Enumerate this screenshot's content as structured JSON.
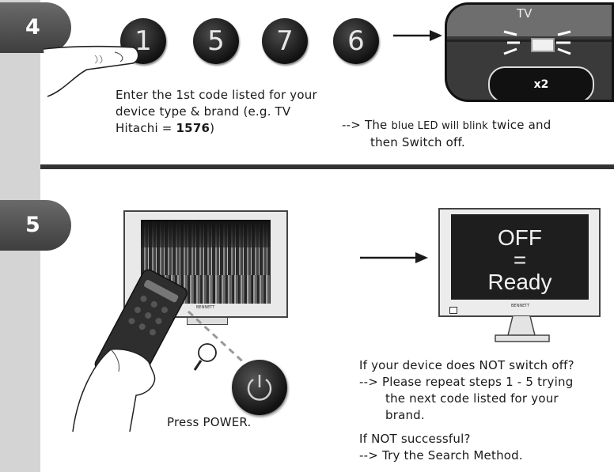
{
  "steps": [
    {
      "number": "4"
    },
    {
      "number": "5"
    }
  ],
  "step4": {
    "digits": [
      "1",
      "5",
      "7",
      "6"
    ],
    "instruction_lines": [
      "Enter the 1st code listed for your",
      "device type & brand (e.g. TV",
      "Hitachi = "
    ],
    "code_example": "1576",
    "code_suffix": ")",
    "led_label": "TV",
    "blink_badge": "x2",
    "result_prefix": "--> The ",
    "result_small": "blue LED will blink",
    "result_suffix": " twice and",
    "result_line2": "then Switch off."
  },
  "step5": {
    "tv_brand": "BENNETT",
    "press_label": "Press POWER.",
    "screen_lines": [
      "OFF",
      "=",
      "Ready"
    ],
    "question": "If your device does NOT switch off?",
    "repeat_lines": [
      "--> Please repeat steps 1 - 5 trying",
      "the next code listed for your",
      "brand."
    ],
    "fail_question": "If NOT successful?",
    "fail_action": "--> Try the Search Method."
  }
}
